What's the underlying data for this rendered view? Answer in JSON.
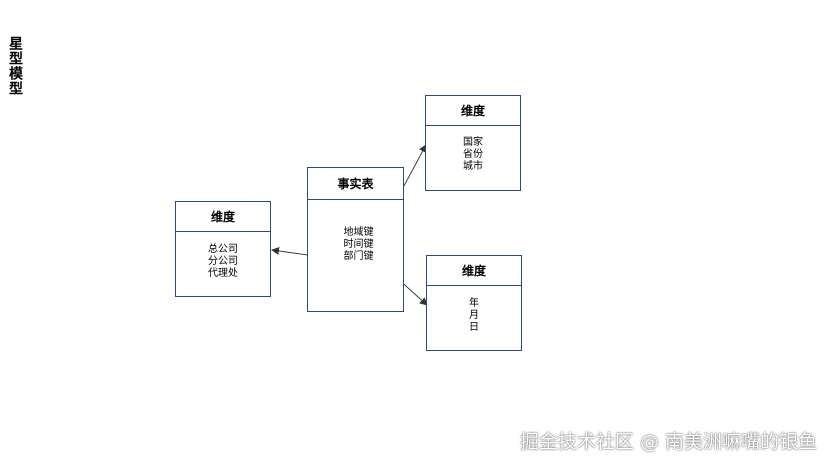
{
  "title": "星型模型",
  "fact": {
    "header": "事实表",
    "lines": [
      "地域键",
      "时间键",
      "部门键"
    ]
  },
  "dimensions": {
    "company": {
      "header": "维度",
      "lines": [
        "总公司",
        "分公司",
        "代理处"
      ]
    },
    "region": {
      "header": "维度",
      "lines": [
        "国家",
        "省份",
        "城市"
      ]
    },
    "time": {
      "header": "维度",
      "lines": [
        "年",
        "月",
        "日"
      ]
    }
  },
  "watermark": "掘金技术社区 @ 南美洲嘛嘴的银鱼",
  "colors": {
    "box_border": "#2f4a7a",
    "arrow": "#333333"
  }
}
